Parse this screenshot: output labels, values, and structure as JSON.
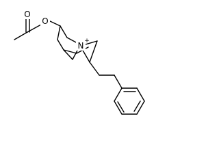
{
  "molecule": {
    "atoms": {
      "carbonyl_oxygen": "O",
      "ester_oxygen": "O",
      "nitrogen": "N",
      "charge": "+"
    }
  }
}
